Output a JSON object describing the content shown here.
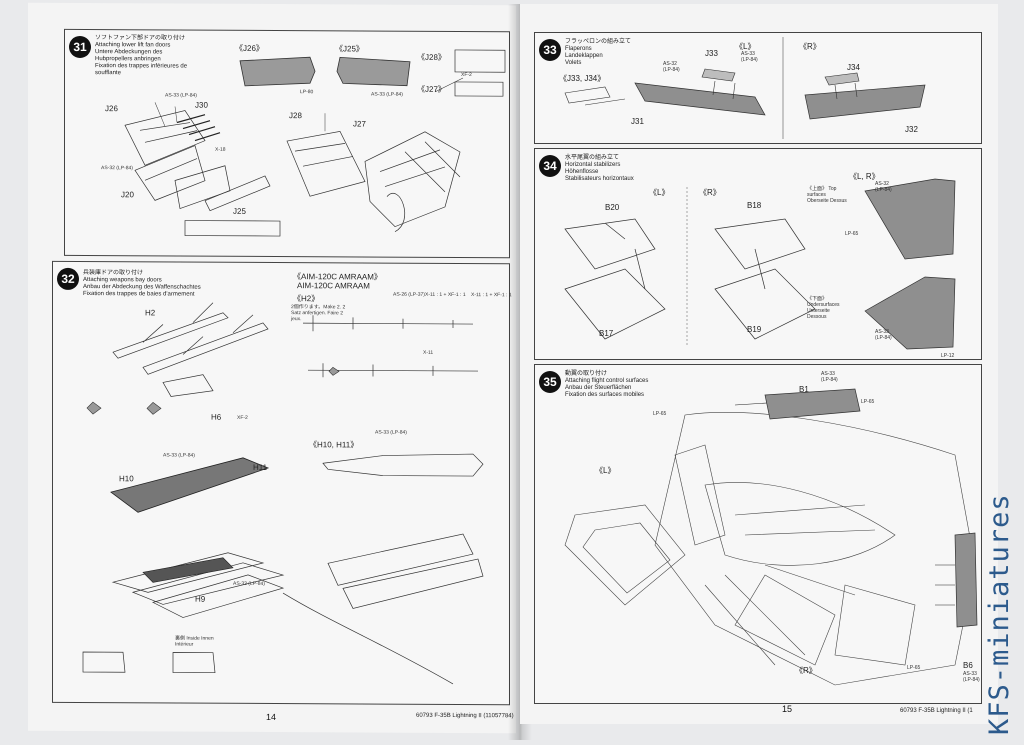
{
  "left_page": {
    "page_number": "14",
    "footer": "60793 F-35B Lightning II (11057784)",
    "step31": {
      "number": "31",
      "captions": [
        "ソフトファン下部ドアの取り付け",
        "Attaching lower lift fan doors",
        "Untere Abdeckungen des",
        "Hubpropellers anbringen",
        "Fixation des trappes inférieures de",
        "soufflante"
      ],
      "labels": {
        "j26a": "《J26》",
        "j25a": "《J25》",
        "j28a": "《J28》",
        "j27a": "《J27》",
        "j26": "J26",
        "j30": "J30",
        "j20": "J20",
        "j25": "J25",
        "j28": "J28",
        "j27": "J27",
        "as33a": "AS-33 (LP-84)",
        "as32a": "AS-32 (LP-84)",
        "as33b": "AS-33 (LP-84)",
        "lp80": "LP-80",
        "xf2a": "XF-2",
        "x18": "X-18"
      }
    },
    "step32": {
      "number": "32",
      "captions": [
        "兵装庫ドアの取り付け",
        "Attaching weapons bay doors",
        "Anbau der Abdeckung des Waffenschachtes",
        "Fixation des trappes de baies d'armement"
      ],
      "labels": {
        "aim_ja": "《AIM-120C AMRAAM》",
        "aim_en": "AIM-120C AMRAAM",
        "h2a": "《H2》",
        "h2_note": "2個作ります。Make 2. 2 Satz anfertigen. Faire 2 jeux.",
        "h2": "H2",
        "h6": "H6",
        "xf2b": "XF-2",
        "h1011": "《H10, H11》",
        "as33c": "AS-33 (LP-84)",
        "h10": "H10",
        "h11": "H11",
        "as33d": "AS-33 (LP-84)",
        "as33e": "AS-33 (LP-84)",
        "h9": "H9",
        "inside": "裏側 Inside Innen Intérieur",
        "as26": "AS-26 (LP-37)",
        "x11a": "X-11 : 1 + XF-1 : 1",
        "x11b": "X-11 : 1 + XF-1 : 1",
        "x11c": "X-11"
      }
    }
  },
  "right_page": {
    "page_number": "15",
    "footer": "60793 F-35B Lightning II (1",
    "step33": {
      "number": "33",
      "captions": [
        "フラッペロンの組み立て",
        "Flaperons",
        "Landeklappen",
        "Volets"
      ],
      "labels": {
        "j3334": "《J33, J34》",
        "l": "《L》",
        "r": "《R》",
        "j33": "J33",
        "j34": "J34",
        "j31": "J31",
        "j32": "J32",
        "as32a": "AS-32 (LP-84)",
        "as33a": "AS-33 (LP-84)"
      }
    },
    "step34": {
      "number": "34",
      "captions": [
        "水平尾翼の組み立て",
        "Horizontal stabilizers",
        "Höhenflosse",
        "Stabilisateurs horizontaux"
      ],
      "labels": {
        "l": "《L》",
        "r": "《R》",
        "lr": "《L, R》",
        "b20": "B20",
        "b18": "B18",
        "b17": "B17",
        "b19": "B19",
        "top": "《上面》 Top surfaces Oberseite Dessus",
        "under": "《下面》 Undersurfaces Unterseite Dessous",
        "lp65": "LP-65",
        "lp12": "LP-12",
        "as32": "AS-32 (LP-84)",
        "as33": "AS-33 (LP-84)"
      }
    },
    "step35": {
      "number": "35",
      "captions": [
        "動翼の取り付け",
        "Attaching flight control surfaces",
        "Anbau der Steuerflächen",
        "Fixation des surfaces mobiles"
      ],
      "labels": {
        "as33a": "AS-33 (LP-84)",
        "b1": "B1",
        "lp65a": "LP-65",
        "lp65b": "LP-65",
        "l": "《L》",
        "r": "《R》",
        "b6": "B6",
        "as33b": "AS-33 (LP-84)",
        "lp65c": "LP-65"
      }
    }
  },
  "watermark": "KFS-miniatures"
}
